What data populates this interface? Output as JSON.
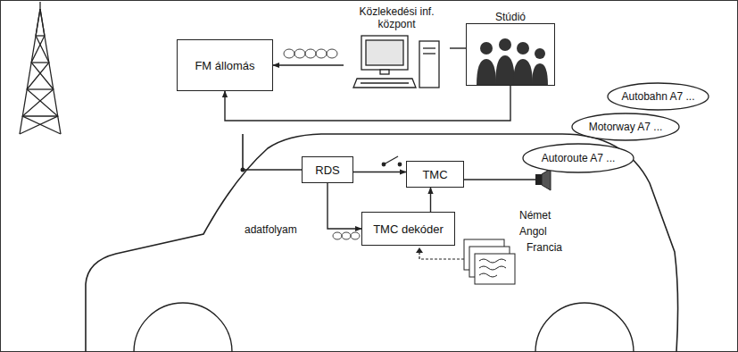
{
  "diagram": {
    "nodes": [
      {
        "text": [
          "FM állomás"
        ]
      },
      {
        "text": [
          "Közlekedési inf. központ"
        ]
      },
      {
        "text": [
          "Stúdió"
        ]
      },
      {
        "text": [
          "Autobahn A7 ..."
        ]
      },
      {
        "text": [
          "Motorway A7 ..."
        ]
      },
      {
        "text": [
          "Autoroute A7 ..."
        ]
      },
      {
        "text": [
          "RDS"
        ]
      },
      {
        "text": [
          "TMC"
        ]
      },
      {
        "text": [
          "TMC dekóder"
        ]
      }
    ],
    "edges": [
      {
        "from": 1,
        "to": 0,
        "arrow": "to"
      },
      {
        "from": 1,
        "to": 2,
        "arrow": "none"
      },
      {
        "from": 2,
        "to": 0,
        "arrow": "to"
      },
      {
        "from": 6,
        "to": 7,
        "arrow": "to"
      },
      {
        "from": 6,
        "to": 8,
        "label": "adatfolyam",
        "arrow": "to"
      },
      {
        "from": 8,
        "to": 7,
        "arrow": "to"
      }
    ],
    "labels": [
      "Német",
      "Angol",
      "Francia"
    ]
  }
}
